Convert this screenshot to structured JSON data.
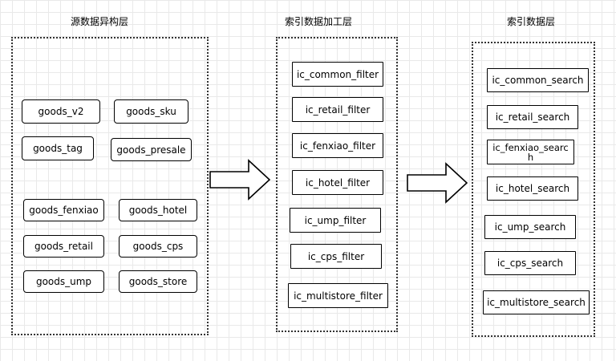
{
  "titles": {
    "source": "源数据异构层",
    "process": "索引数据加工层",
    "index": "索引数据层"
  },
  "source_nodes": {
    "goods_v2": "goods_v2",
    "goods_sku": "goods_sku",
    "goods_tag": "goods_tag",
    "goods_presale": "goods_presale",
    "goods_fenxiao": "goods_fenxiao",
    "goods_hotel": "goods_hotel",
    "goods_retail": "goods_retail",
    "goods_cps": "goods_cps",
    "goods_ump": "goods_ump",
    "goods_store": "goods_store"
  },
  "filter_nodes": {
    "common": "ic_common_filter",
    "retail": "ic_retail_filter",
    "fenxiao": "ic_fenxiao_filter",
    "hotel": "ic_hotel_filter",
    "ump": "ic_ump_filter",
    "cps": "ic_cps_filter",
    "multistore": "ic_multistore_filter"
  },
  "search_nodes": {
    "common": "ic_common_search",
    "retail": "ic_retail_search",
    "fenxiao": "ic_fenxiao_search",
    "hotel": "ic_hotel_search",
    "ump": "ic_ump_search",
    "cps": "ic_cps_search",
    "multistore": "ic_multistore_search"
  },
  "icons": {
    "arrow1": "arrow-right-icon",
    "arrow2": "arrow-right-icon"
  }
}
